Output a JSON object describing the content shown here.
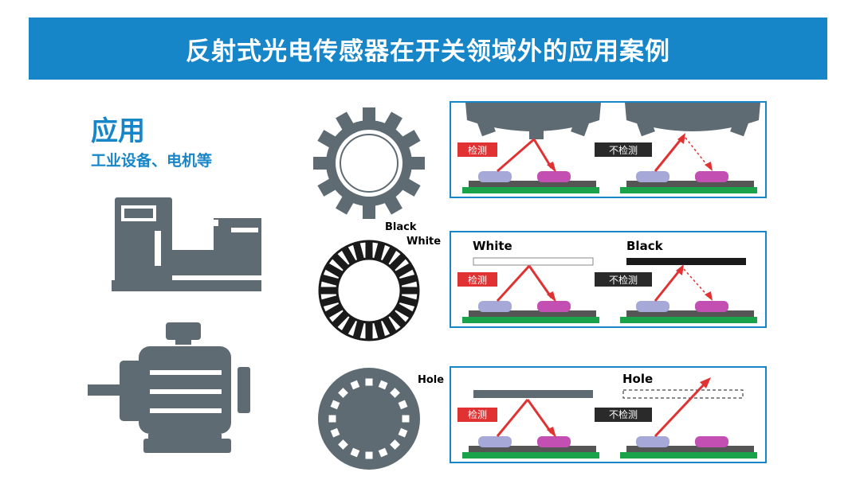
{
  "banner": {
    "title": "反射式光电传感器在开关领域外的应用案例"
  },
  "application": {
    "heading": "应用",
    "subtitle": "工业设备、电机等"
  },
  "labels": {
    "black": "Black",
    "white": "White",
    "hole": "Hole",
    "detect": "检测",
    "no_detect": "不检测"
  },
  "colors": {
    "accent_blue": "#1686c8",
    "icon_gray": "#5f6b73",
    "arrow_red": "#e03232",
    "detect_badge": "#e03232",
    "no_detect_badge": "#2a2a2a",
    "pcb_green": "#1aa34a",
    "emitter": "#a6a9d8",
    "receiver": "#c44fb3"
  },
  "icons": [
    "lathe-machine-icon",
    "electric-motor-icon",
    "gear-icon",
    "striped-encoder-disc-icon",
    "perforated-disc-icon"
  ]
}
